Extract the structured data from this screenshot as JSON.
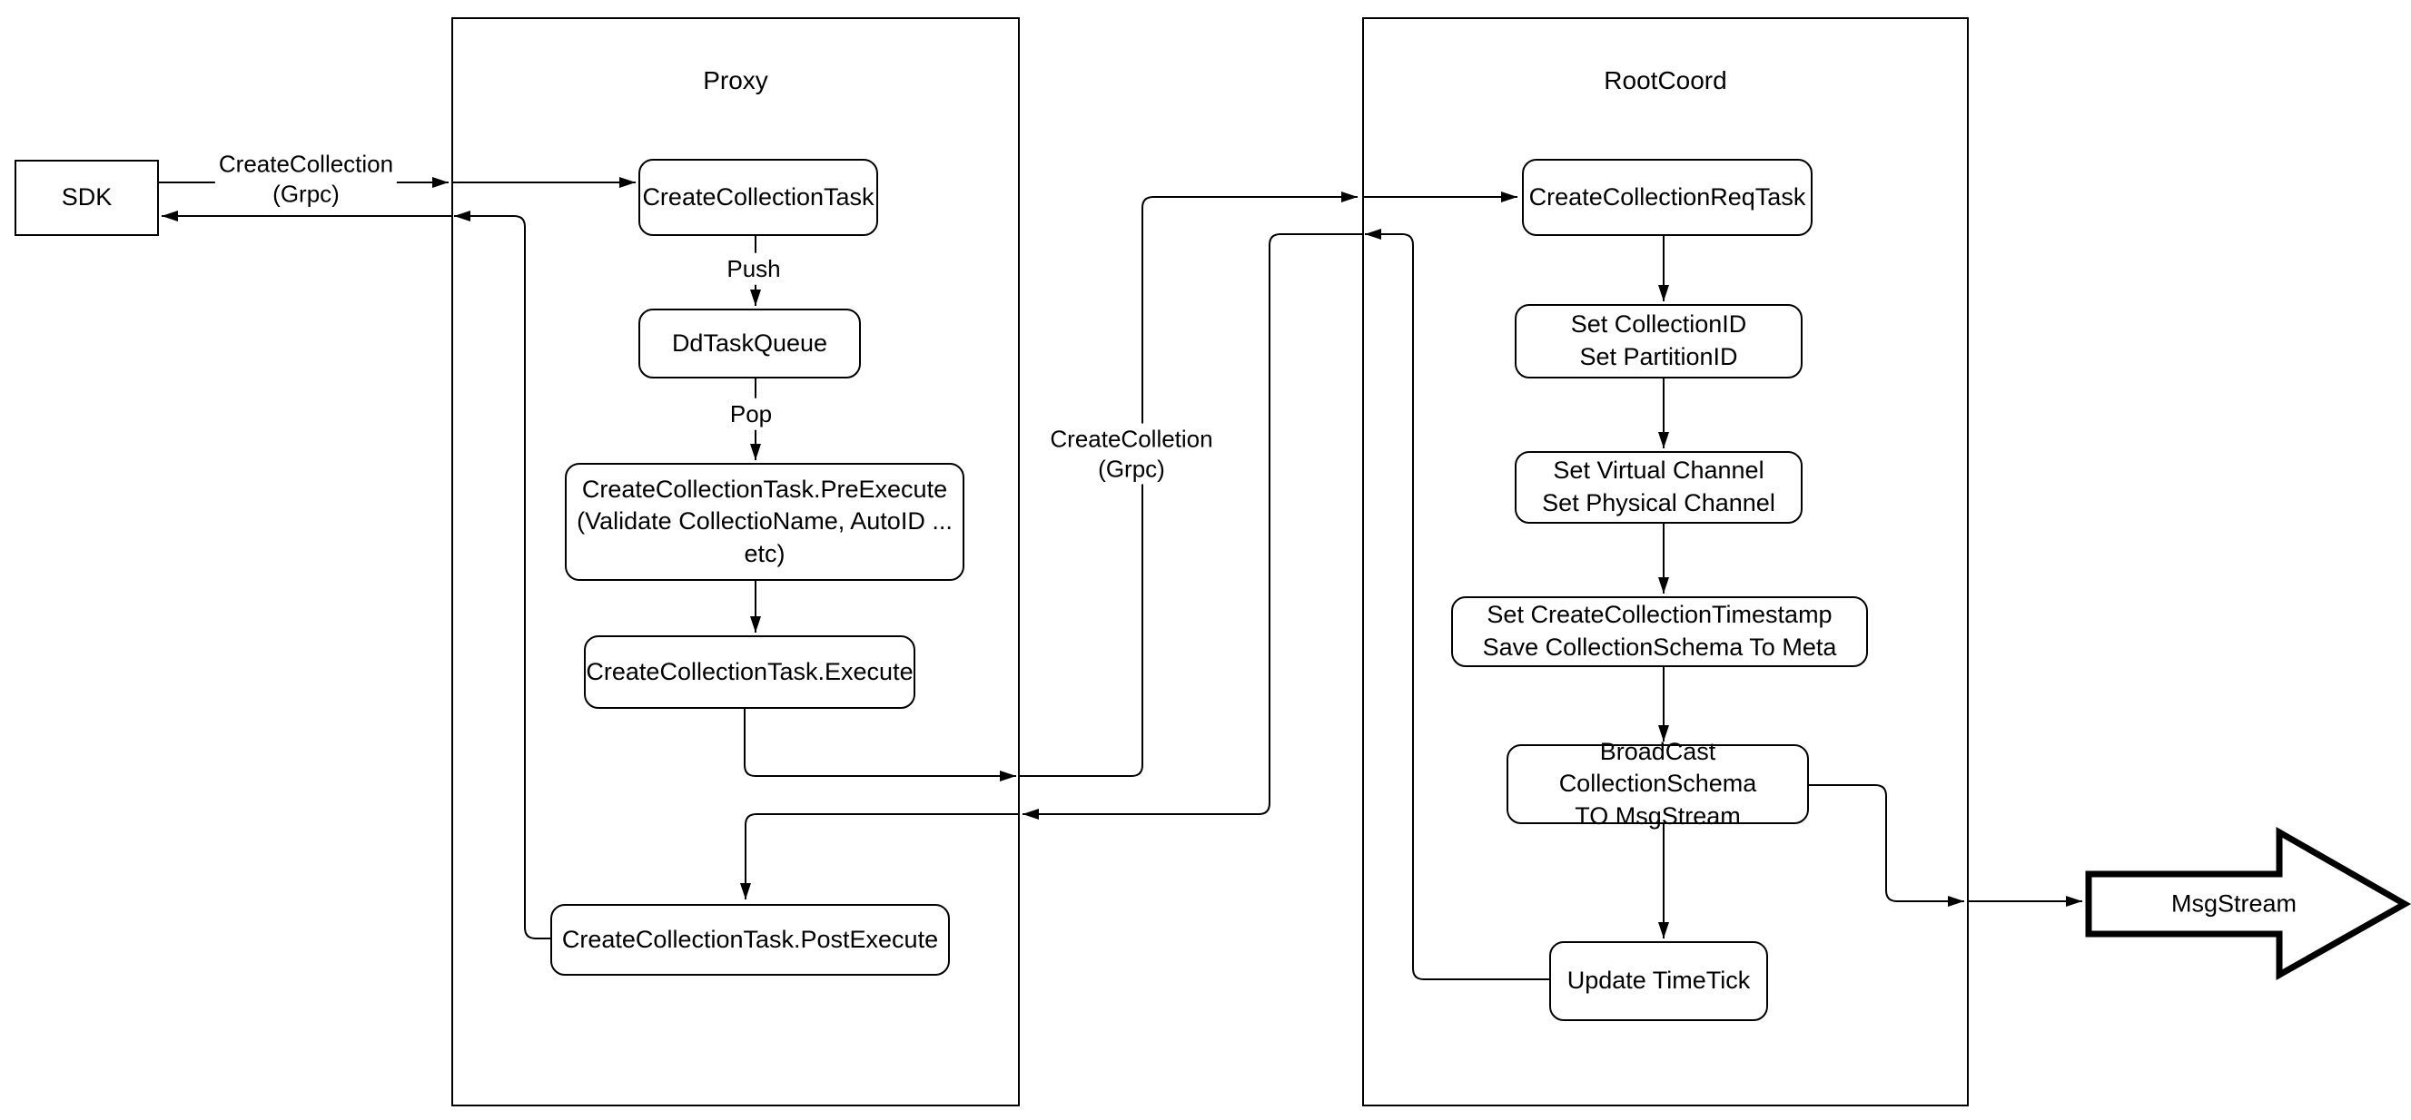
{
  "diagram": {
    "colors": {
      "stroke": "#000000",
      "fill": "#ffffff",
      "text": "#000000"
    },
    "containers": {
      "proxy": {
        "title": "Proxy"
      },
      "rootcoord": {
        "title": "RootCoord"
      }
    },
    "nodes": {
      "sdk": {
        "label": "SDK"
      },
      "create_collection_task": {
        "label": "CreateCollectionTask"
      },
      "dd_task_queue": {
        "label": "DdTaskQueue"
      },
      "pre_execute": {
        "label": "CreateCollectionTask.PreExecute\n(Validate CollectioName, AutoID ... etc)"
      },
      "execute": {
        "label": "CreateCollectionTask.Execute"
      },
      "post_execute": {
        "label": "CreateCollectionTask.PostExecute"
      },
      "req_task": {
        "label": "CreateCollectionReqTask"
      },
      "set_ids": {
        "label": "Set CollectionID\nSet PartitionID"
      },
      "set_channels": {
        "label": "Set Virtual Channel\nSet Physical Channel"
      },
      "set_timestamp": {
        "label": "Set CreateCollectionTimestamp\nSave CollectionSchema To Meta"
      },
      "broadcast": {
        "label": "BroadCast CollectionSchema\nTO MsgStream"
      },
      "update_timetick": {
        "label": "Update TimeTick"
      },
      "msgstream": {
        "label": "MsgStream"
      }
    },
    "edge_labels": {
      "sdk_to_proxy": "CreateCollection\n(Grpc)",
      "proxy_to_rootcoord": "CreateColletion\n(Grpc)",
      "push": "Push",
      "pop": "Pop"
    }
  }
}
